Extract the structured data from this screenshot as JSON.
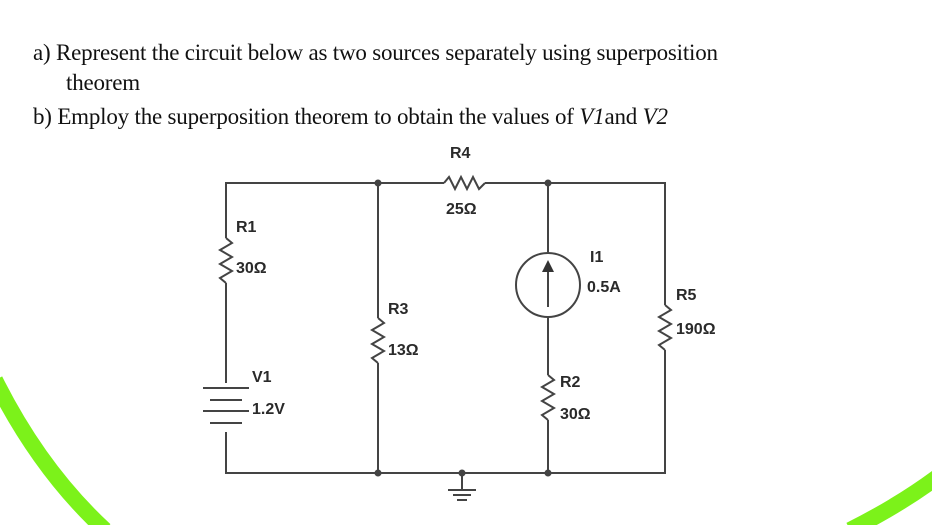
{
  "questions": {
    "a_marker": "a)",
    "a_line1": "Represent the circuit below as two sources separately using superposition",
    "a_line2": "theorem",
    "b_marker": "b)",
    "b_prefix": "Employ the superposition theorem to obtain the values of ",
    "b_var1": "V1",
    "b_and": "and ",
    "b_var2": "V2"
  },
  "circuit": {
    "R1": {
      "name": "R1",
      "value": "30Ω"
    },
    "R2": {
      "name": "R2",
      "value": "30Ω"
    },
    "R3": {
      "name": "R3",
      "value": "13Ω"
    },
    "R4": {
      "name": "R4",
      "value": "25Ω"
    },
    "R5": {
      "name": "R5",
      "value": "190Ω"
    },
    "V1": {
      "name": "V1",
      "value": "1.2V"
    },
    "I1": {
      "name": "I1",
      "value": "0.5A"
    }
  },
  "colors": {
    "wire": "#444444",
    "accent_arc": "#7cf21a"
  }
}
